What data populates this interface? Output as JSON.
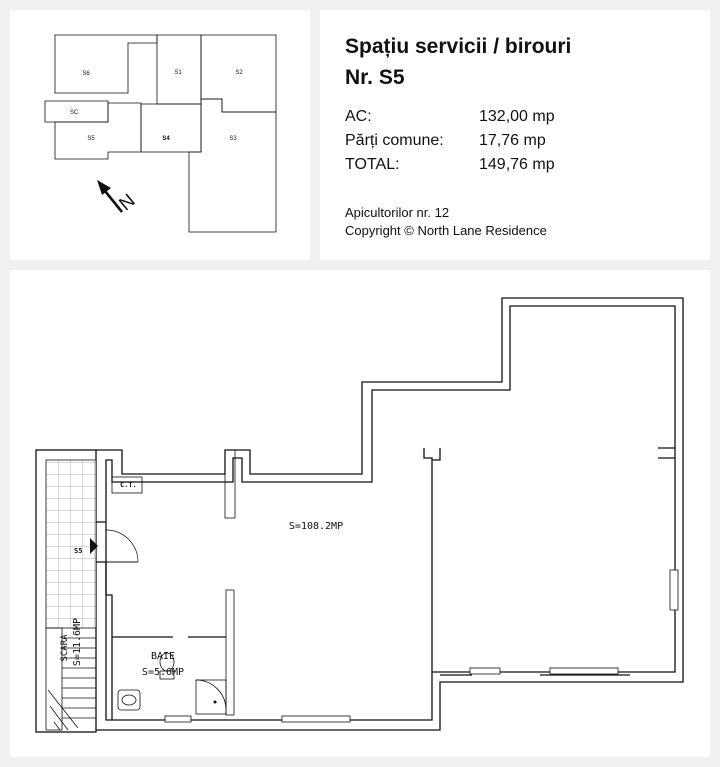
{
  "header": {
    "title_line1": "Spațiu servicii / birouri",
    "title_line2": "Nr. S5"
  },
  "areas": [
    {
      "label": "AC:",
      "value": "132,00 mp"
    },
    {
      "label": "Părți comune:",
      "value": "17,76 mp"
    },
    {
      "label": "TOTAL:",
      "value": "149,76 mp"
    }
  ],
  "footer": {
    "address": "Apicultorilor nr. 12",
    "copyright": "Copyright © North Lane Residence"
  },
  "key_plan": {
    "units": [
      "S6",
      "S1",
      "S2",
      "SC",
      "S5",
      "S4",
      "S3"
    ],
    "north": "N",
    "highlight_color": "#e6e6e6"
  },
  "plan": {
    "main_area": "S=108.2MP",
    "bath_name": "BAIE",
    "bath_area": "S=5.6MP",
    "ct_label": "C.T.",
    "unit_label": "S5",
    "stair_name": "SCARA",
    "stair_area": "S=11.6MP"
  }
}
